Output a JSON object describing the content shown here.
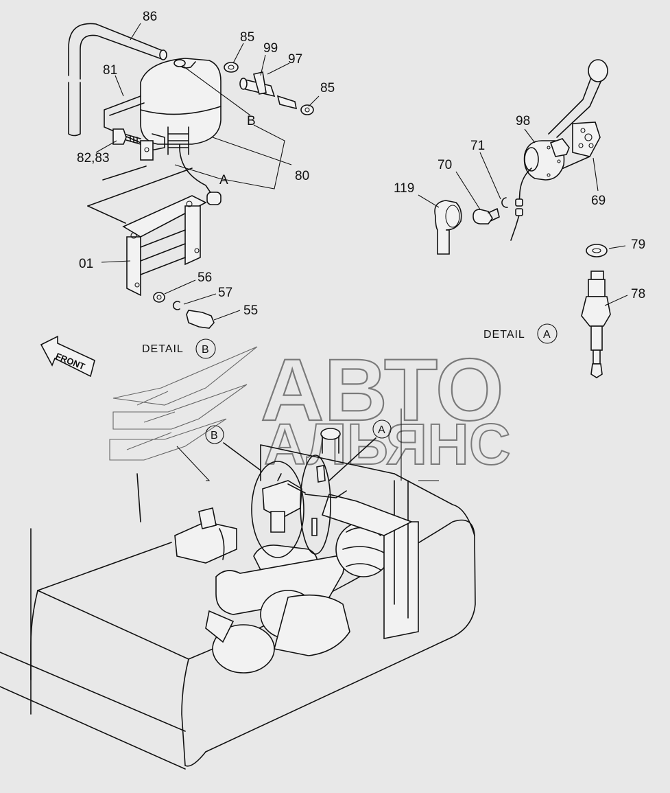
{
  "watermark": {
    "line1": "АВТО",
    "line2": "АЛЬЯНС"
  },
  "front_label": "FRONT",
  "detail_a_label": "DETAIL",
  "detail_a_letter": "A",
  "detail_b_label": "DETAIL",
  "detail_b_letter": "B",
  "callout_b": "B",
  "callout_a": "A",
  "part_labels": {
    "p86": "86",
    "p85a": "85",
    "p99": "99",
    "p97": "97",
    "p85b": "85",
    "p81": "81",
    "pB": "B",
    "p8283": "82,83",
    "p80": "80",
    "pA": "A",
    "p01": "01",
    "p56": "56",
    "p57": "57",
    "p55": "55",
    "p98": "98",
    "p71": "71",
    "p70": "70",
    "p119": "119",
    "p69": "69",
    "p79": "79",
    "p78": "78"
  }
}
